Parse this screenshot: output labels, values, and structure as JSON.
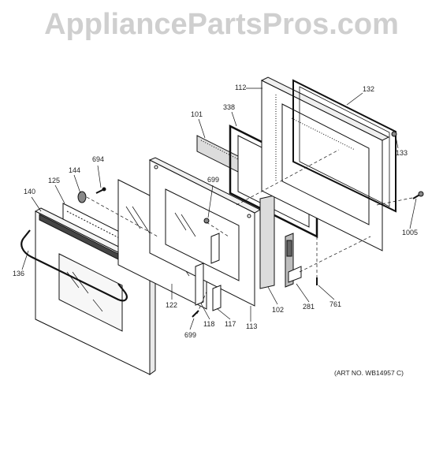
{
  "watermark": "AppliancePartsPros.com",
  "art_number": "(ART NO. WB14957 C)",
  "parts": [
    {
      "id": "p112",
      "label": "112"
    },
    {
      "id": "p132",
      "label": "132"
    },
    {
      "id": "p338",
      "label": "338"
    },
    {
      "id": "p101",
      "label": "101"
    },
    {
      "id": "p133",
      "label": "133"
    },
    {
      "id": "p694",
      "label": "694"
    },
    {
      "id": "p144",
      "label": "144"
    },
    {
      "id": "p125",
      "label": "125"
    },
    {
      "id": "p140",
      "label": "140"
    },
    {
      "id": "p699a",
      "label": "699"
    },
    {
      "id": "p1005",
      "label": "1005"
    },
    {
      "id": "p136",
      "label": "136"
    },
    {
      "id": "p122",
      "label": "122"
    },
    {
      "id": "p118",
      "label": "118"
    },
    {
      "id": "p117",
      "label": "117"
    },
    {
      "id": "p113",
      "label": "113"
    },
    {
      "id": "p102",
      "label": "102"
    },
    {
      "id": "p281",
      "label": "281"
    },
    {
      "id": "p761",
      "label": "761"
    },
    {
      "id": "p699b",
      "label": "699"
    }
  ]
}
